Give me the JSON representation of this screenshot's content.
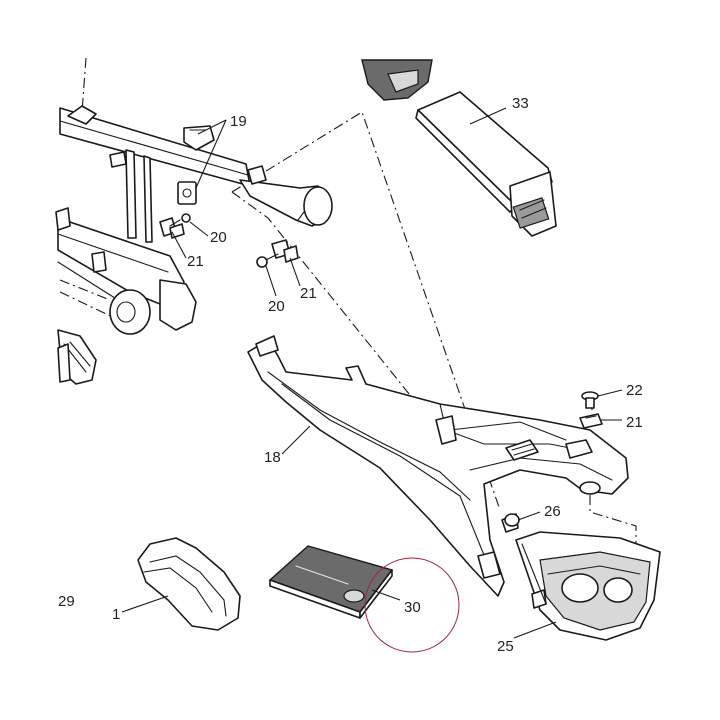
{
  "callouts": {
    "c19": "19",
    "c20a": "20",
    "c21a": "21",
    "c20b": "20",
    "c21b": "21",
    "c33": "33",
    "c22": "22",
    "c21c": "21",
    "c18": "18",
    "c26": "26",
    "c29": "29",
    "c1": "1",
    "c30": "30",
    "c25": "25"
  },
  "colors": {
    "line": "#1a1a1a",
    "highlight_circle": "#a0283c",
    "dark_fill": "#6b6b6b"
  }
}
